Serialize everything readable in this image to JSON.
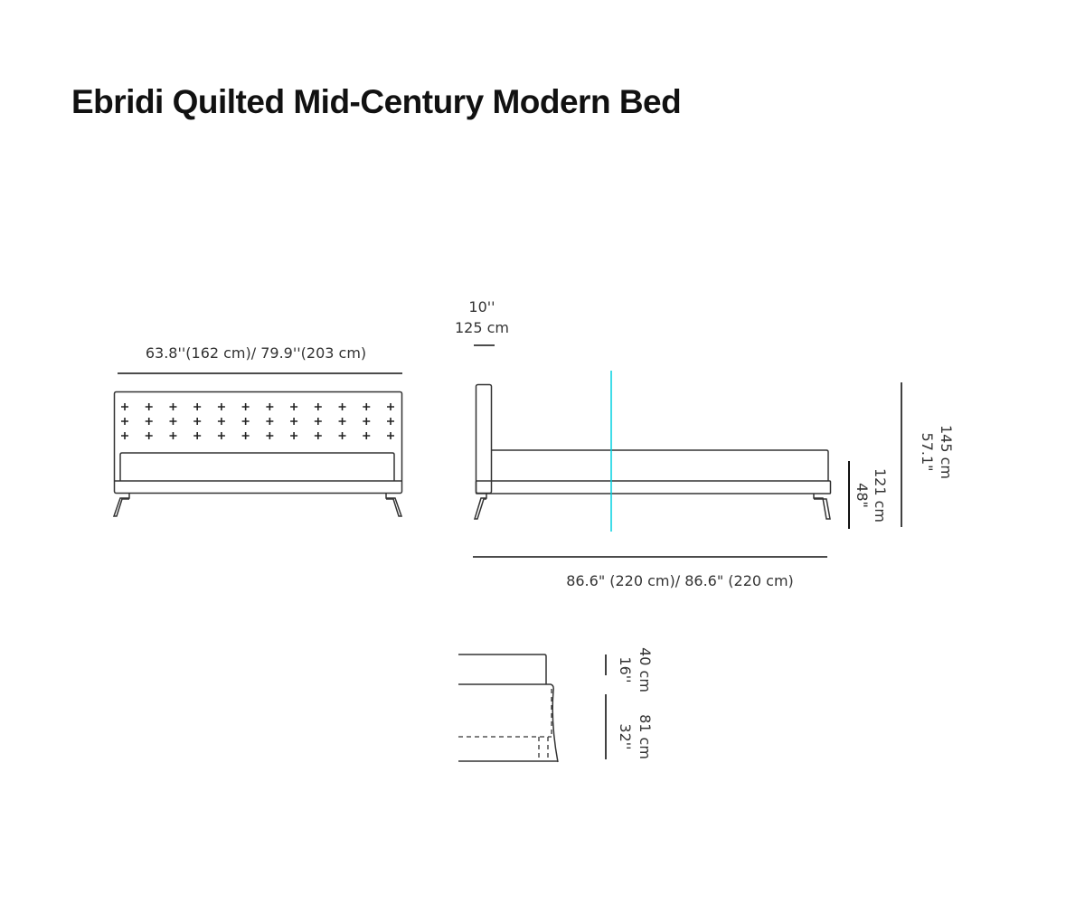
{
  "title": "Ebridi Quilted Mid-Century Modern Bed",
  "front_view": {
    "width_label": "63.8''(162 cm)/ 79.9''(203 cm)",
    "tufting": {
      "rows": 3,
      "columns": 12
    }
  },
  "side_view": {
    "headboard_depth_in": "10''",
    "headboard_depth_cm": "125 cm",
    "length_label": "86.6\" (220 cm)/ 86.6\" (220 cm)",
    "total_height_cm": "145 cm",
    "total_height_in": "57.1\"",
    "headboard_height_cm": "121 cm",
    "headboard_height_in": "48\""
  },
  "detail_view": {
    "top_height_cm": "40 cm",
    "top_height_in": "16''",
    "base_height_cm": "81 cm",
    "base_height_in": "32''"
  },
  "colors": {
    "line": "#333333",
    "marker": "#00d0e0"
  }
}
